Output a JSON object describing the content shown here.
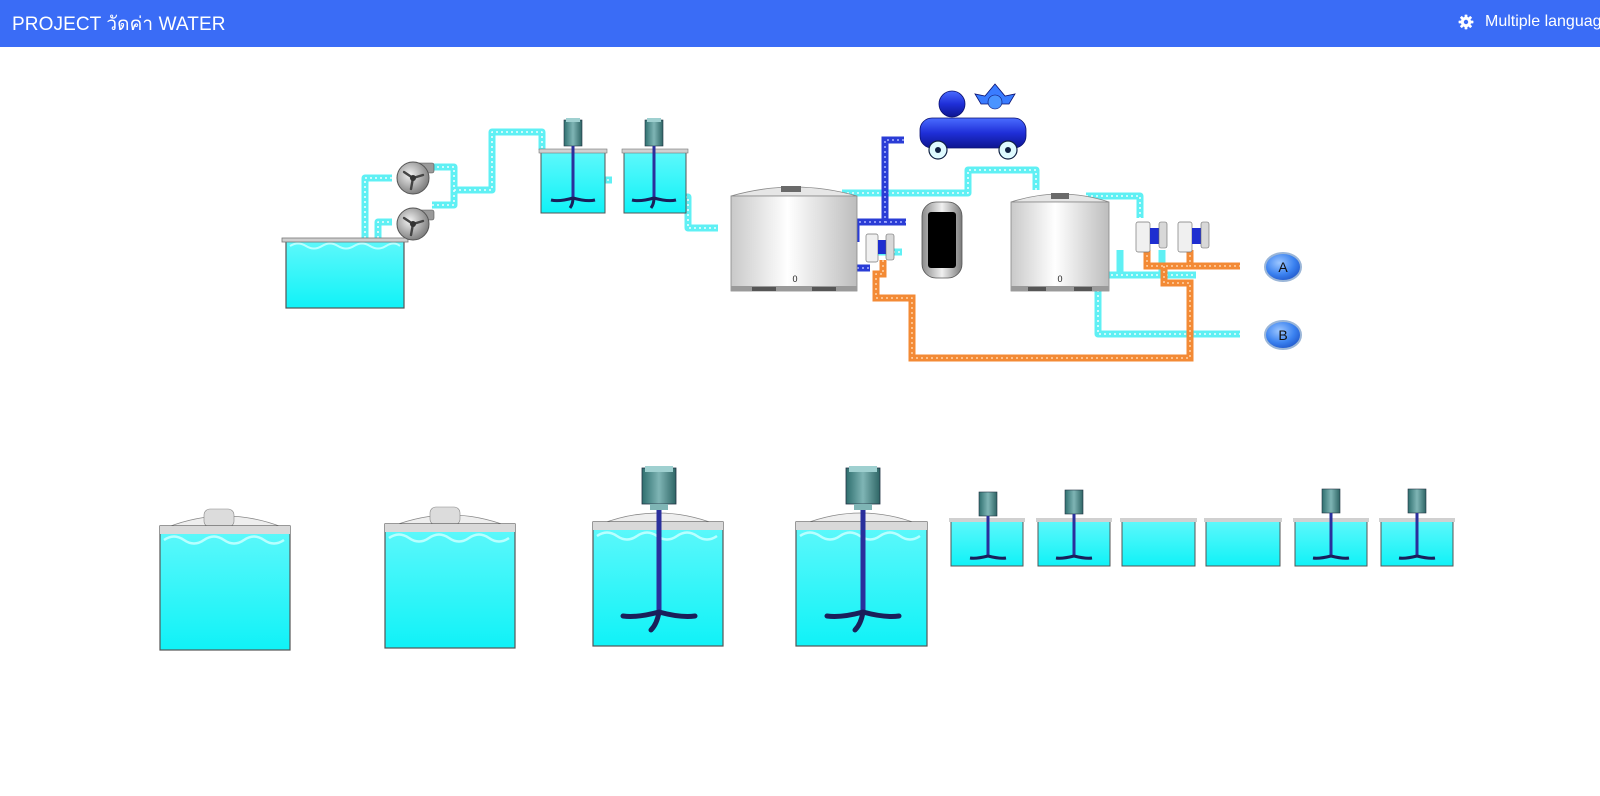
{
  "header": {
    "title": "PROJECT วัดค่า WATER",
    "language_menu_label": "Multiple languages",
    "language_icon": "gear-icon"
  },
  "colors": {
    "header_bg": "#3a6cf6",
    "water": "#14f4f9",
    "pipe_cyan": "#5ff0f4",
    "pipe_blue": "#2a3cd6",
    "pipe_orange": "#f38a35",
    "outlet_button": "#3b82f0"
  },
  "diagram": {
    "tank_1_level": "0",
    "tank_2_level": "0",
    "outlets": [
      {
        "label": "A"
      },
      {
        "label": "B"
      }
    ]
  }
}
